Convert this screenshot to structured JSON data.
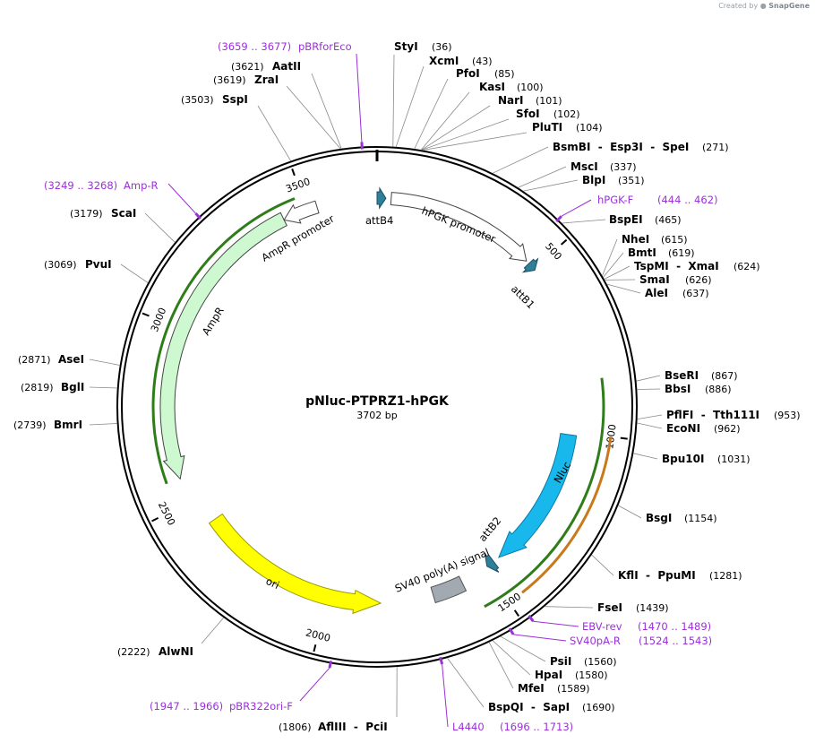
{
  "credit": {
    "prefix": "Created by",
    "brand": "SnapGene"
  },
  "plasmid": {
    "name": "pNluc-PTPRZ1-hPGK",
    "size_label": "3702 bp",
    "length": 3702
  },
  "ruler": [
    {
      "pos": 500,
      "label": "500"
    },
    {
      "pos": 1000,
      "label": "1000"
    },
    {
      "pos": 1500,
      "label": "1500"
    },
    {
      "pos": 2000,
      "label": "2000"
    },
    {
      "pos": 2500,
      "label": "2500"
    },
    {
      "pos": 3000,
      "label": "3000"
    },
    {
      "pos": 3500,
      "label": "3500"
    }
  ],
  "sites": [
    {
      "name": "StyI",
      "pos": "(36)",
      "bp": 36
    },
    {
      "name": "XcmI",
      "pos": "(43)",
      "bp": 43
    },
    {
      "name": "PfoI",
      "pos": "(85)",
      "bp": 85
    },
    {
      "name": "KasI",
      "pos": "(100)",
      "bp": 100
    },
    {
      "name": "NarI",
      "pos": "(101)",
      "bp": 101
    },
    {
      "name": "SfoI",
      "pos": "(102)",
      "bp": 102
    },
    {
      "name": "PluTI",
      "pos": "(104)",
      "bp": 104
    },
    {
      "name": "BsmBI  -  Esp3I  -  SpeI",
      "pos": "(271)",
      "bp": 271
    },
    {
      "name": "MscI",
      "pos": "(337)",
      "bp": 337
    },
    {
      "name": "BlpI",
      "pos": "(351)",
      "bp": 351
    },
    {
      "name": "BspEI",
      "pos": "(465)",
      "bp": 465
    },
    {
      "name": "NheI",
      "pos": "(615)",
      "bp": 615
    },
    {
      "name": "BmtI",
      "pos": "(619)",
      "bp": 619
    },
    {
      "name": "TspMI  -  XmaI",
      "pos": "(624)",
      "bp": 624
    },
    {
      "name": "SmaI",
      "pos": "(626)",
      "bp": 626
    },
    {
      "name": "AleI",
      "pos": "(637)",
      "bp": 637
    },
    {
      "name": "BseRI",
      "pos": "(867)",
      "bp": 867
    },
    {
      "name": "BbsI",
      "pos": "(886)",
      "bp": 886
    },
    {
      "name": "PflFI  -  Tth111I",
      "pos": "(953)",
      "bp": 953
    },
    {
      "name": "EcoNI",
      "pos": "(962)",
      "bp": 962
    },
    {
      "name": "Bpu10I",
      "pos": "(1031)",
      "bp": 1031
    },
    {
      "name": "BsgI",
      "pos": "(1154)",
      "bp": 1154
    },
    {
      "name": "KflI  -  PpuMI",
      "pos": "(1281)",
      "bp": 1281
    },
    {
      "name": "FseI",
      "pos": "(1439)",
      "bp": 1439
    },
    {
      "name": "PsiI",
      "pos": "(1560)",
      "bp": 1560
    },
    {
      "name": "HpaI",
      "pos": "(1580)",
      "bp": 1580
    },
    {
      "name": "MfeI",
      "pos": "(1589)",
      "bp": 1589
    },
    {
      "name": "BspQI  -  SapI",
      "pos": "(1690)",
      "bp": 1690
    },
    {
      "name": "AflIII  -  PciI",
      "pos": "(1806)",
      "bp": 1806
    },
    {
      "name": "AlwNI",
      "pos": "(2222)",
      "bp": 2222
    },
    {
      "name": "BmrI",
      "pos": "(2739)",
      "bp": 2739
    },
    {
      "name": "BglI",
      "pos": "(2819)",
      "bp": 2819
    },
    {
      "name": "AseI",
      "pos": "(2871)",
      "bp": 2871
    },
    {
      "name": "PvuI",
      "pos": "(3069)",
      "bp": 3069
    },
    {
      "name": "ScaI",
      "pos": "(3179)",
      "bp": 3179
    },
    {
      "name": "SspI",
      "pos": "(3503)",
      "bp": 3503
    },
    {
      "name": "ZraI",
      "pos": "(3619)",
      "bp": 3619
    },
    {
      "name": "AatII",
      "pos": "(3621)",
      "bp": 3621
    }
  ],
  "primers": [
    {
      "name": "pBRforEco",
      "range": "(3659 .. 3677)",
      "bp": 3668
    },
    {
      "name": "Amp-R",
      "range": "(3249 .. 3268)",
      "bp": 3258
    },
    {
      "name": "hPGK-F",
      "range": "(444 .. 462)",
      "bp": 453
    },
    {
      "name": "EBV-rev",
      "range": "(1470 .. 1489)",
      "bp": 1480
    },
    {
      "name": "SV40pA-R",
      "range": "(1524 .. 1543)",
      "bp": 1533
    },
    {
      "name": "L4440",
      "range": "(1696 .. 1713)",
      "bp": 1705
    },
    {
      "name": "pBR322ori-F",
      "range": "(1947 .. 1966)",
      "bp": 1957
    }
  ],
  "features": [
    {
      "name": "attB4",
      "label": "attB4",
      "color": "#2e7f9a"
    },
    {
      "name": "hPGK promoter",
      "label": "hPGK promoter",
      "color": "#ffffff"
    },
    {
      "name": "attB1",
      "label": "attB1",
      "color": "#2e7f9a"
    },
    {
      "name": "Nluc",
      "label": "Nluc",
      "color": "#18b8ec"
    },
    {
      "name": "attB2",
      "label": "attB2",
      "color": "#2e7f9a"
    },
    {
      "name": "SV40 poly(A) signal",
      "label": "SV40 poly(A) signal",
      "color": "#a2a9b0"
    },
    {
      "name": "ori",
      "label": "ori",
      "color": "#ffff00"
    },
    {
      "name": "AmpR",
      "label": "AmpR",
      "color": "#cdf8d0"
    },
    {
      "name": "AmpR promoter",
      "label": "AmpR promoter",
      "color": "#ffffff"
    }
  ],
  "colors": {
    "primer": "#9b30d9",
    "orf_green": "#2e7d1a",
    "orf_orange": "#c87a1a",
    "backbone": "#000000"
  }
}
